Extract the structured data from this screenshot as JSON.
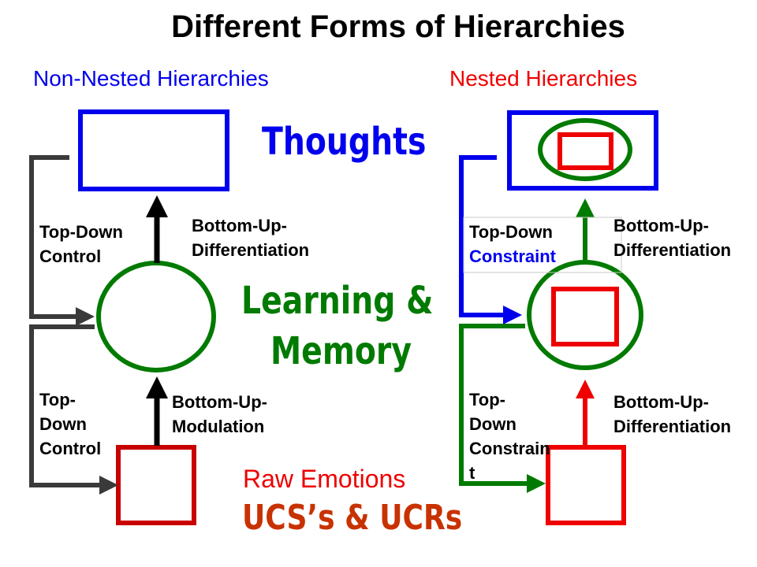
{
  "title": "Different Forms of Hierarchies",
  "non_nested": {
    "heading": "Non-Nested Hierarchies",
    "top_down_upper": "Top-Down\nControl",
    "bottom_up_upper": "Bottom-Up-\nDifferentiation",
    "top_down_lower": "Top-\nDown\nControl",
    "bottom_up_lower": "Bottom-Up-\nModulation"
  },
  "nested": {
    "heading": "Nested Hierarchies",
    "top_down_upper_line1": "Top-Down",
    "top_down_upper_line2": "Constraint",
    "bottom_up_upper": "Bottom-Up-\nDifferentiation",
    "top_down_lower": "Top-\nDown\nConstrain\nt",
    "bottom_up_lower": "Bottom-Up-\nDifferentiation"
  },
  "levels": {
    "thoughts": "Thoughts",
    "learning_line1": "Learning &",
    "learning_line2": "Memory",
    "raw_emotions": "Raw Emotions",
    "ucs": "UCS’s & UCRs"
  },
  "colors": {
    "blue": "#0000ee",
    "green": "#007a00",
    "red": "#ee0000",
    "dark_red": "#c80000",
    "gray": "#3a3a3a",
    "orange_red": "#c83200",
    "black": "#000000"
  }
}
